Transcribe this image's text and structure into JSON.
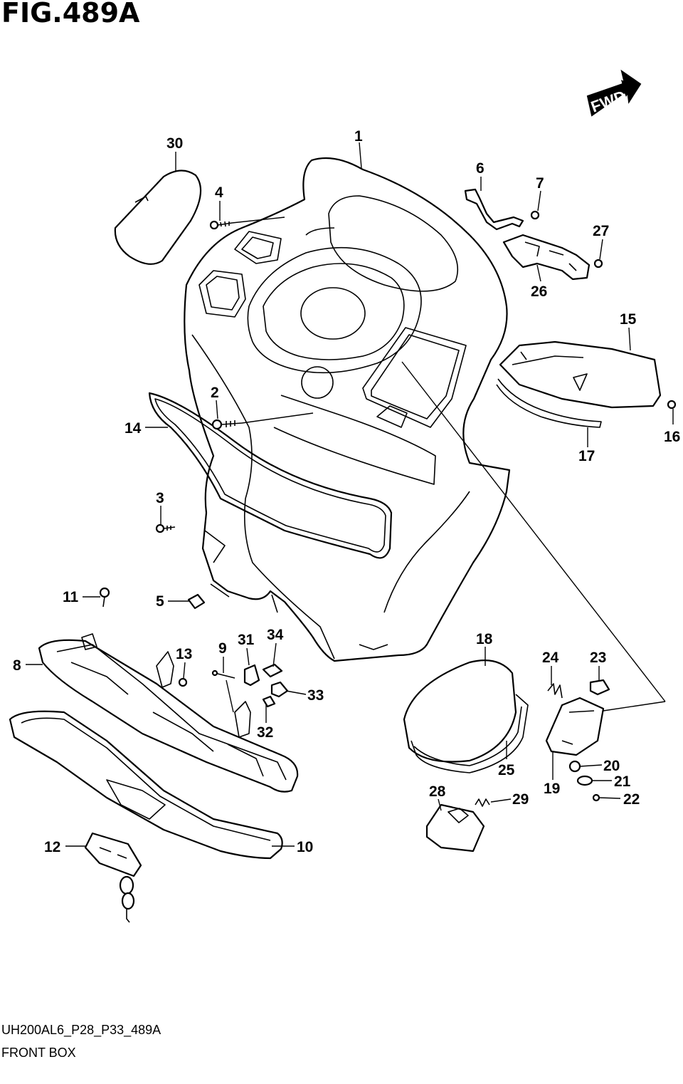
{
  "figure": {
    "title": "FIG.489A",
    "code": "UH200AL6_P28_P33_489A",
    "caption": "FRONT BOX",
    "direction_label": "FWD"
  },
  "parts": [
    {
      "id": "1",
      "label": "1"
    },
    {
      "id": "2",
      "label": "2"
    },
    {
      "id": "3",
      "label": "3"
    },
    {
      "id": "4",
      "label": "4"
    },
    {
      "id": "5",
      "label": "5"
    },
    {
      "id": "6",
      "label": "6"
    },
    {
      "id": "7",
      "label": "7"
    },
    {
      "id": "8",
      "label": "8"
    },
    {
      "id": "9",
      "label": "9"
    },
    {
      "id": "10",
      "label": "10"
    },
    {
      "id": "11",
      "label": "11"
    },
    {
      "id": "12",
      "label": "12"
    },
    {
      "id": "13",
      "label": "13"
    },
    {
      "id": "14",
      "label": "14"
    },
    {
      "id": "15",
      "label": "15"
    },
    {
      "id": "16",
      "label": "16"
    },
    {
      "id": "17",
      "label": "17"
    },
    {
      "id": "18",
      "label": "18"
    },
    {
      "id": "19",
      "label": "19"
    },
    {
      "id": "20",
      "label": "20"
    },
    {
      "id": "21",
      "label": "21"
    },
    {
      "id": "22",
      "label": "22"
    },
    {
      "id": "23",
      "label": "23"
    },
    {
      "id": "24",
      "label": "24"
    },
    {
      "id": "25",
      "label": "25"
    },
    {
      "id": "26",
      "label": "26"
    },
    {
      "id": "27",
      "label": "27"
    },
    {
      "id": "28",
      "label": "28"
    },
    {
      "id": "29",
      "label": "29"
    },
    {
      "id": "30",
      "label": "30"
    },
    {
      "id": "31",
      "label": "31"
    },
    {
      "id": "32",
      "label": "32"
    },
    {
      "id": "33",
      "label": "33"
    },
    {
      "id": "34",
      "label": "34"
    }
  ]
}
